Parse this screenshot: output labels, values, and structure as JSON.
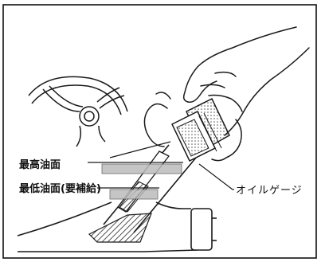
{
  "labels": {
    "max_oil_level": "最高油面",
    "min_oil_level": "最低油面(要補給)",
    "oil_gauge": "オイルゲージ"
  },
  "colors": {
    "frame": "#111111",
    "ink": "#1a1a1a",
    "hatch": "#555555",
    "background": "#ffffff"
  },
  "icons": {
    "hand": "hand-illustration",
    "steering_wheel": "steering-wheel-illustration",
    "gauge": "oil-gauge-illustration"
  }
}
